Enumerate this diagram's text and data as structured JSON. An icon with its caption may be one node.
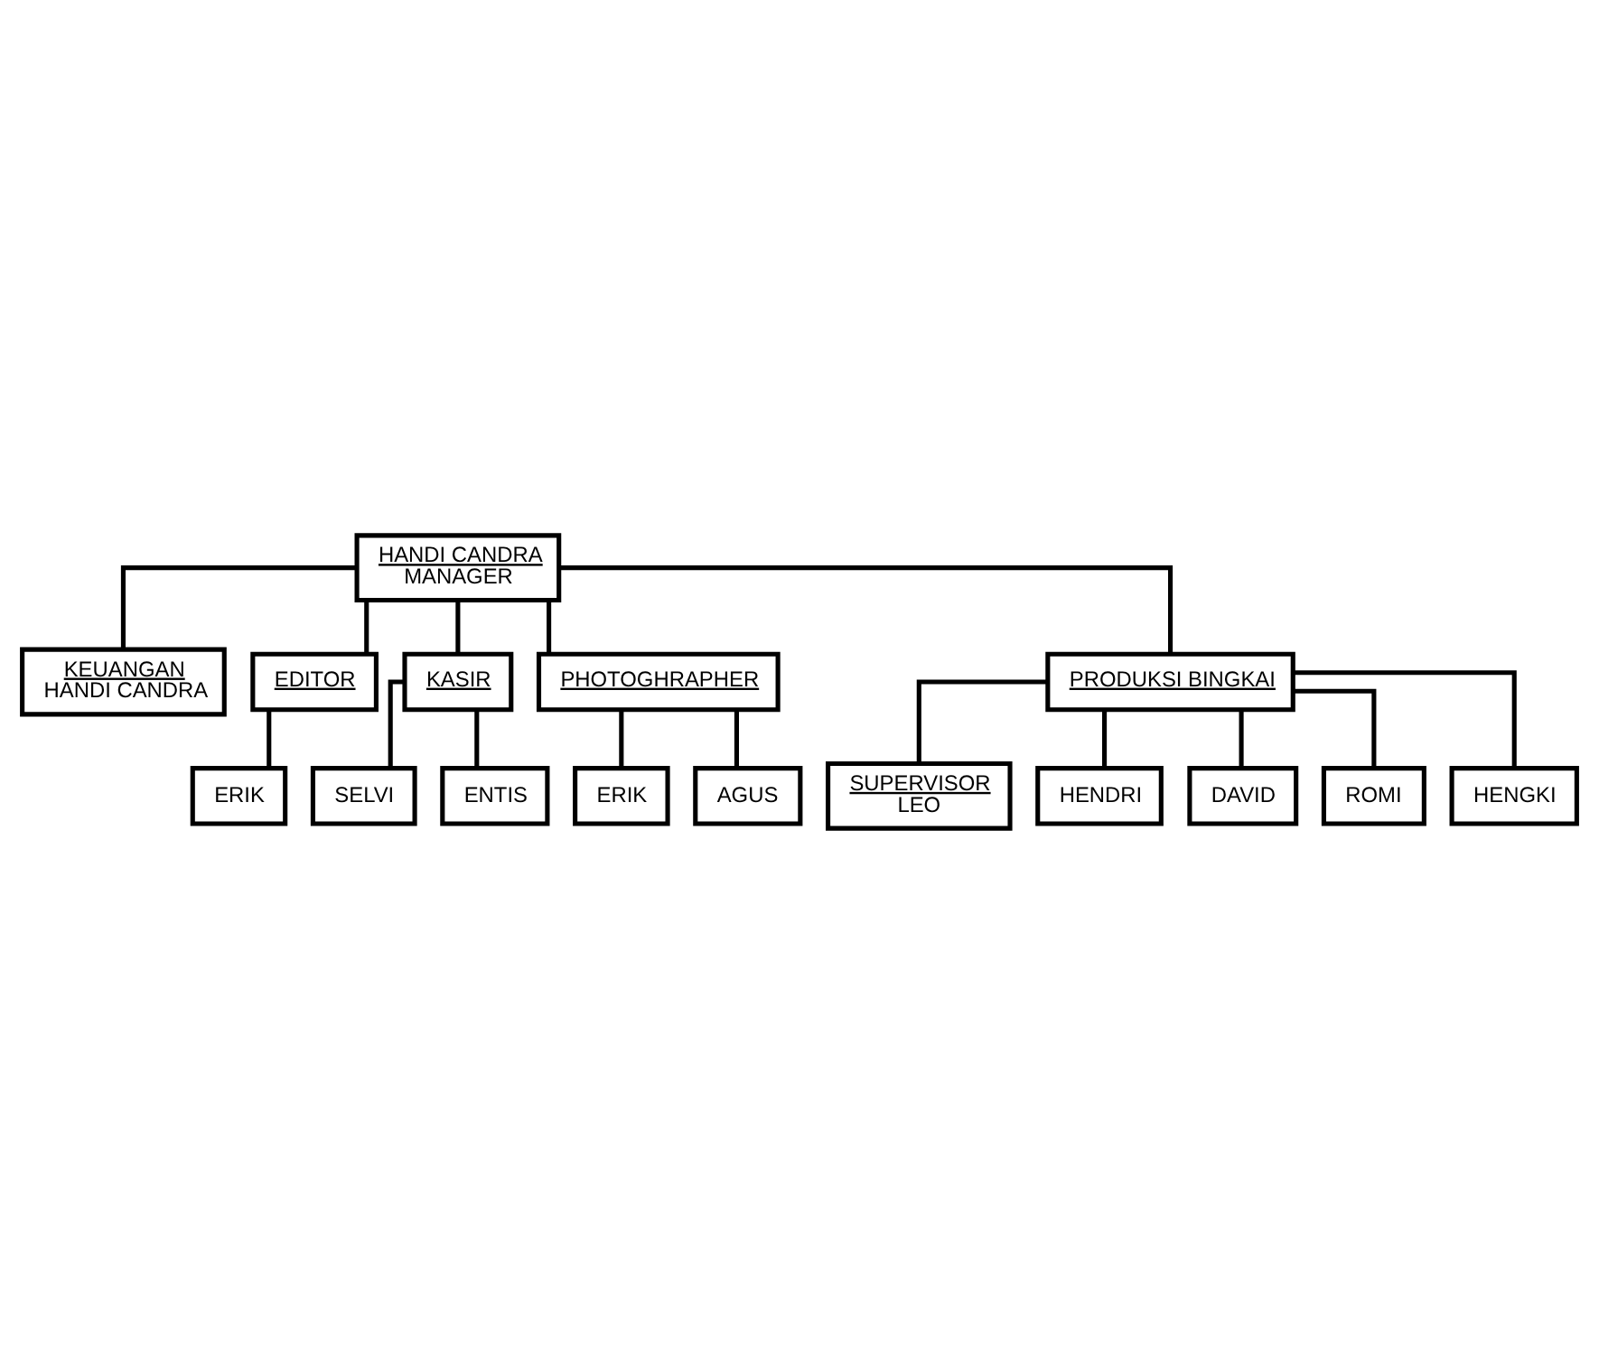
{
  "diagram": {
    "nodes": [
      {
        "text": [
          "HANDI CANDRA",
          "MANAGER"
        ]
      },
      {
        "text": [
          "KEUANGAN",
          "HANDI CANDRA"
        ]
      },
      {
        "text": [
          "EDITOR"
        ]
      },
      {
        "text": [
          "KASIR"
        ]
      },
      {
        "text": [
          "PHOTOGHRAPHER"
        ]
      },
      {
        "text": [
          "PRODUKSI BINGKAI"
        ]
      },
      {
        "text": [
          "ERIK"
        ]
      },
      {
        "text": [
          "SELVI"
        ]
      },
      {
        "text": [
          "ENTIS"
        ]
      },
      {
        "text": [
          "ERIK"
        ]
      },
      {
        "text": [
          "AGUS"
        ]
      },
      {
        "text": [
          "SUPERVISOR",
          "LEO"
        ]
      },
      {
        "text": [
          "HENDRI"
        ]
      },
      {
        "text": [
          "DAVID"
        ]
      },
      {
        "text": [
          "ROMI"
        ]
      },
      {
        "text": [
          "HENGKI"
        ]
      }
    ],
    "edges": [
      {
        "from": 0,
        "to": 1,
        "arrow": "none"
      },
      {
        "from": 0,
        "to": 2,
        "arrow": "none"
      },
      {
        "from": 0,
        "to": 3,
        "arrow": "none"
      },
      {
        "from": 0,
        "to": 4,
        "arrow": "none"
      },
      {
        "from": 0,
        "to": 5,
        "arrow": "none"
      },
      {
        "from": 2,
        "to": 6,
        "arrow": "none"
      },
      {
        "from": 3,
        "to": 7,
        "arrow": "none"
      },
      {
        "from": 3,
        "to": 8,
        "arrow": "none"
      },
      {
        "from": 4,
        "to": 9,
        "arrow": "none"
      },
      {
        "from": 4,
        "to": 10,
        "arrow": "none"
      },
      {
        "from": 5,
        "to": 11,
        "arrow": "none"
      },
      {
        "from": 5,
        "to": 12,
        "arrow": "none"
      },
      {
        "from": 5,
        "to": 13,
        "arrow": "none"
      },
      {
        "from": 5,
        "to": 14,
        "arrow": "none"
      },
      {
        "from": 5,
        "to": 15,
        "arrow": "none"
      }
    ]
  }
}
